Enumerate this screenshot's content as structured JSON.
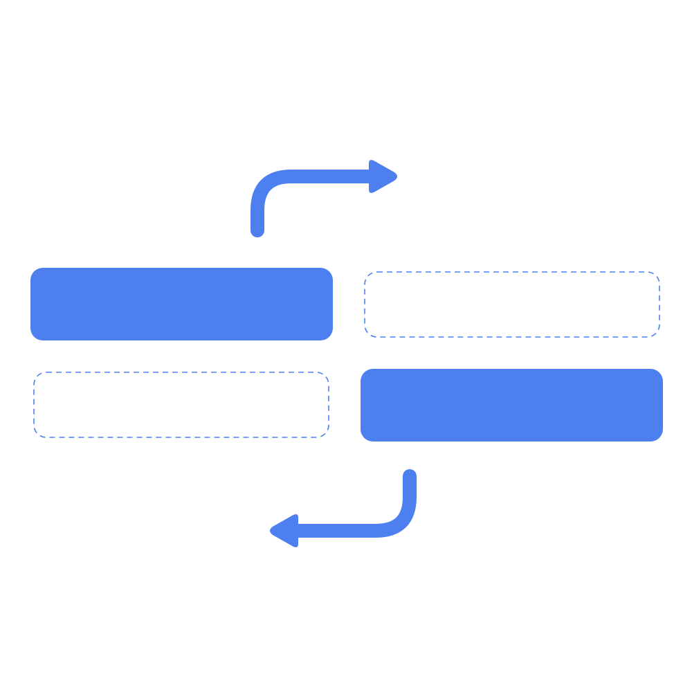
{
  "colors": {
    "accent": "#4E7FEF",
    "background": "#FFFFFF"
  },
  "blocks": [
    {
      "name": "filled-block-left-top",
      "style": "filled"
    },
    {
      "name": "dashed-placeholder-right-top",
      "style": "dashed-outline"
    },
    {
      "name": "dashed-placeholder-left-bottom",
      "style": "dashed-outline"
    },
    {
      "name": "filled-block-right-bottom",
      "style": "filled"
    }
  ],
  "arrows": [
    {
      "name": "curved-arrow-right-icon",
      "direction": "right"
    },
    {
      "name": "curved-arrow-left-icon",
      "direction": "left"
    }
  ]
}
